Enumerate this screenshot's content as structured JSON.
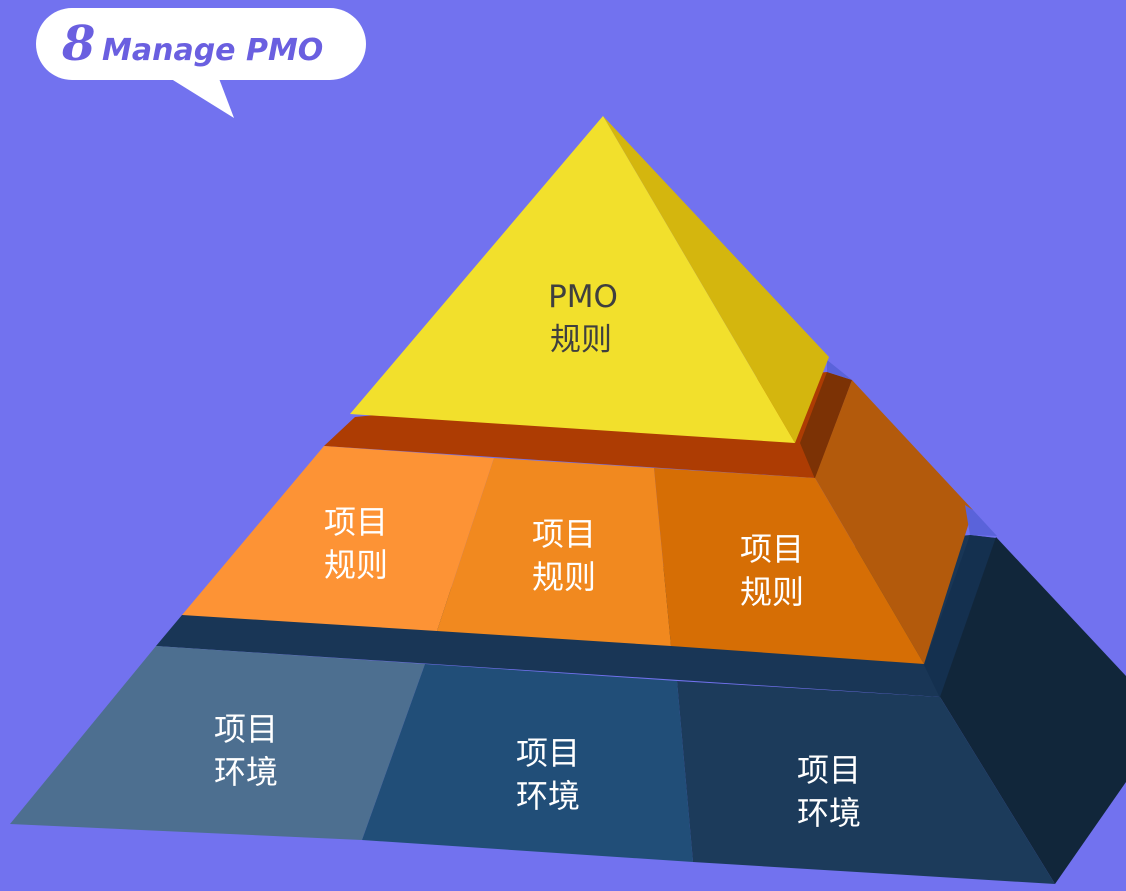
{
  "brand": {
    "number": "8",
    "name": "Manage PMO",
    "accent_color": "#6a5fe0"
  },
  "pyramid": {
    "top": {
      "line1": "PMO",
      "line2": "规则"
    },
    "middle": [
      {
        "line1": "项目",
        "line2": "规则"
      },
      {
        "line1": "项目",
        "line2": "规则"
      },
      {
        "line1": "项目",
        "line2": "规则"
      }
    ],
    "bottom": [
      {
        "line1": "项目",
        "line2": "环境"
      },
      {
        "line1": "项目",
        "line2": "环境"
      },
      {
        "line1": "项目",
        "line2": "环境"
      }
    ]
  },
  "colors": {
    "background": "#7272ef",
    "top_front": "#f2e02c",
    "top_side": "#d4b60e",
    "middle_fronts": [
      "#fd9335",
      "#f1891f",
      "#d66e05"
    ],
    "middle_side": "#b35a0c",
    "bottom_fronts": [
      "#4d6f90",
      "#214e78",
      "#1c3b5b"
    ],
    "bottom_side": "#11263a"
  }
}
